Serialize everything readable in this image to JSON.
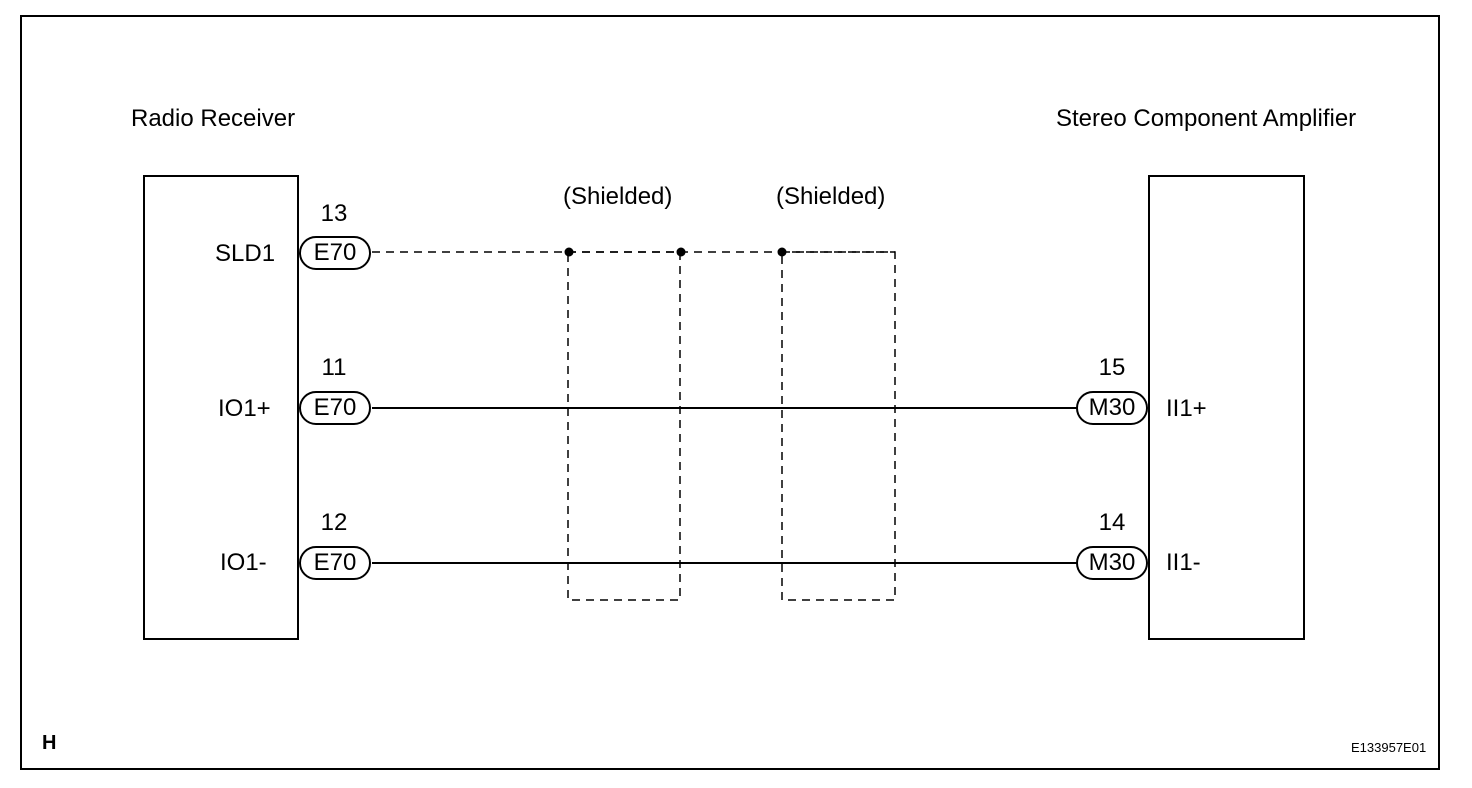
{
  "left_component": {
    "title": "Radio Receiver"
  },
  "right_component": {
    "title": "Stereo Component Amplifier"
  },
  "shield_labels": [
    "(Shielded)",
    "(Shielded)"
  ],
  "left_pins": [
    {
      "signal": "SLD1",
      "pin": "13",
      "connector": "E70"
    },
    {
      "signal": "IO1+",
      "pin": "11",
      "connector": "E70"
    },
    {
      "signal": "IO1-",
      "pin": "12",
      "connector": "E70"
    }
  ],
  "right_pins": [
    {
      "signal": "II1+",
      "pin": "15",
      "connector": "M30"
    },
    {
      "signal": "II1-",
      "pin": "14",
      "connector": "M30"
    }
  ],
  "footer": {
    "corner_letter": "H",
    "figure_id": "E133957E01"
  }
}
